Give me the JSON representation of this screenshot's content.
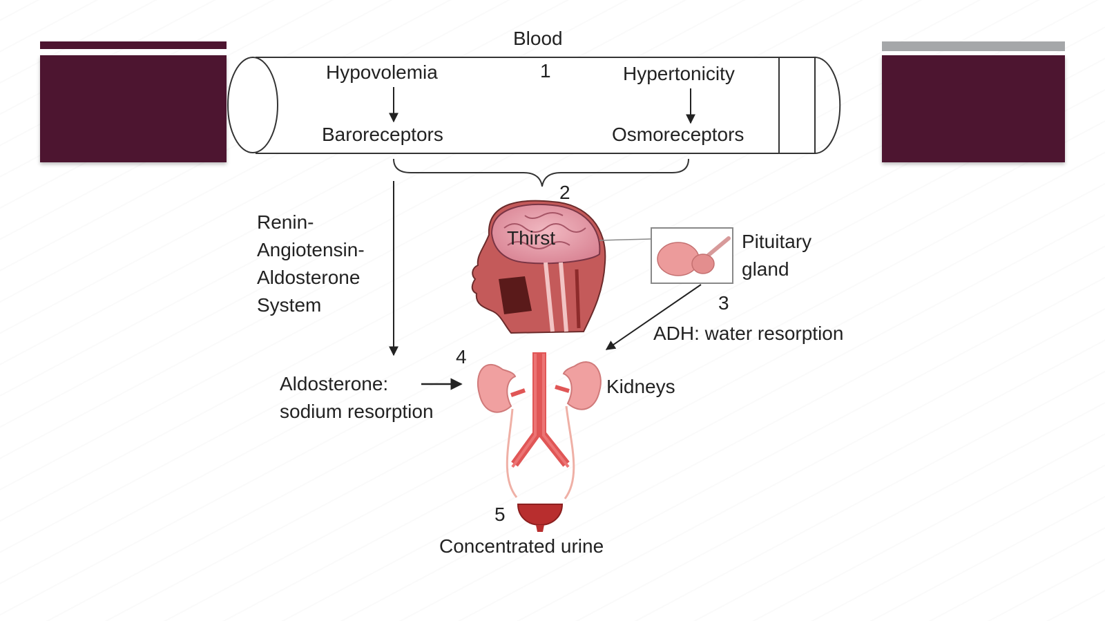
{
  "slide": {
    "theme_color": "#4d1530",
    "accent_grey": "#a5a7a9"
  },
  "labels": {
    "blood": "Blood",
    "hypovolemia": "Hypovolemia",
    "hypertonicity": "Hypertonicity",
    "baroreceptors": "Baroreceptors",
    "osmoreceptors": "Osmoreceptors",
    "raas_line1": "Renin-",
    "raas_line2": "Angiotensin-",
    "raas_line3": "Aldosterone",
    "raas_line4": "System",
    "thirst": "Thirst",
    "pituitary_line1": "Pituitary",
    "pituitary_line2": "gland",
    "adh": "ADH: water resorption",
    "aldosterone_line1": "Aldosterone:",
    "aldosterone_line2": "sodium resorption",
    "kidneys": "Kidneys",
    "urine": "Concentrated urine"
  },
  "steps": {
    "s1": "1",
    "s2": "2",
    "s3": "3",
    "s4": "4",
    "s5": "5"
  }
}
